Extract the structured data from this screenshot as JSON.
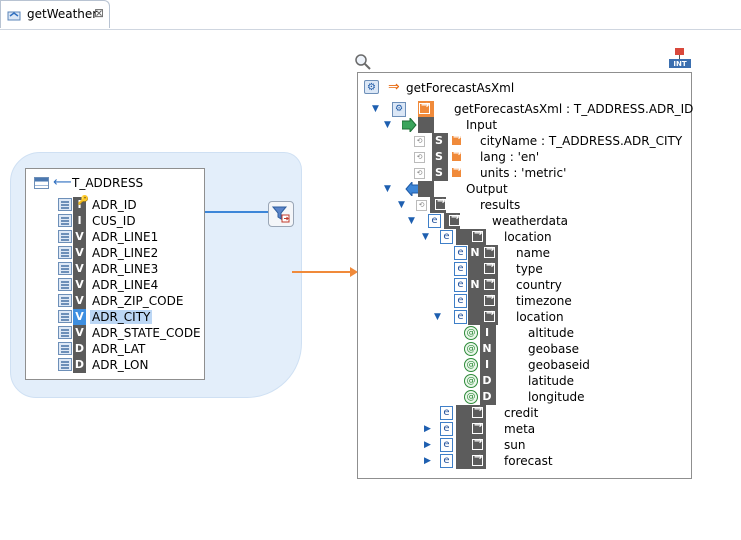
{
  "tab": {
    "title": "getWeather",
    "close_glyph": "⊠"
  },
  "source_table": {
    "name": "T_ADDRESS",
    "fields": [
      {
        "type": "I",
        "name": "ADR_ID",
        "key": true
      },
      {
        "type": "I",
        "name": "CUS_ID"
      },
      {
        "type": "V",
        "name": "ADR_LINE1"
      },
      {
        "type": "V",
        "name": "ADR_LINE2"
      },
      {
        "type": "V",
        "name": "ADR_LINE3"
      },
      {
        "type": "V",
        "name": "ADR_LINE4"
      },
      {
        "type": "V",
        "name": "ADR_ZIP_CODE"
      },
      {
        "type": "V",
        "name": "ADR_CITY",
        "highlighted": true
      },
      {
        "type": "V",
        "name": "ADR_STATE_CODE"
      },
      {
        "type": "D",
        "name": "ADR_LAT"
      },
      {
        "type": "D",
        "name": "ADR_LON"
      }
    ]
  },
  "function_box": {
    "title": "getForecastAsXml",
    "root_label": "getForecastAsXml : T_ADDRESS.ADR_ID",
    "input_label": "Input",
    "inputs": [
      {
        "type": "S",
        "label": "cityName : T_ADDRESS.ADR_CITY"
      },
      {
        "type": "S",
        "label": "lang : 'en'"
      },
      {
        "type": "S",
        "label": "units : 'metric'"
      }
    ],
    "output_label": "Output",
    "results_label": "results",
    "weatherdata_label": "weatherdata",
    "location_label": "location",
    "location_children": [
      {
        "type": "N",
        "label": "name"
      },
      {
        "type": "",
        "label": "type"
      },
      {
        "type": "N",
        "label": "country"
      },
      {
        "type": "",
        "label": "timezone"
      }
    ],
    "inner_location_label": "location",
    "attributes": [
      {
        "type": "I",
        "label": "altitude"
      },
      {
        "type": "N",
        "label": "geobase"
      },
      {
        "type": "I",
        "label": "geobaseid"
      },
      {
        "type": "D",
        "label": "latitude"
      },
      {
        "type": "D",
        "label": "longitude"
      }
    ],
    "tail_elements": [
      {
        "label": "credit",
        "expandable": false
      },
      {
        "label": "meta",
        "expandable": true
      },
      {
        "label": "sun",
        "expandable": true
      },
      {
        "label": "forecast",
        "expandable": true
      }
    ]
  },
  "colors": {
    "bubble": "#e3eefa",
    "connector_blue": "#3d86d8",
    "connector_orange": "#f08a3a",
    "dark_cell": "#5c5c5c"
  }
}
